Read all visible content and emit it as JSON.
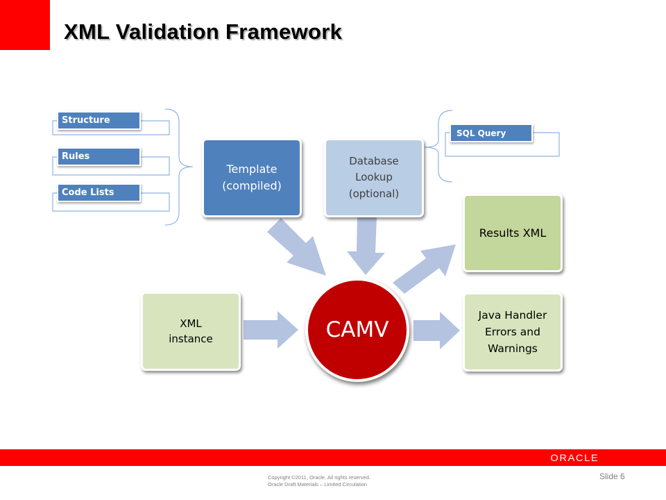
{
  "slide": {
    "title": "XML Validation Framework",
    "slide_number": "Slide 6",
    "copyright_line1": "Copyright ©2011, Oracle. All rights reserved.",
    "copyright_line2": "Oracle Draft Materials – Limited Circulation",
    "logo_text": "ORACLE"
  },
  "diagram": {
    "center": "CAMV",
    "template_line1": "Template",
    "template_line2": "(compiled)",
    "db_line1": "Database",
    "db_line2": "Lookup",
    "db_line3": "(optional)",
    "xml_line1": "XML",
    "xml_line2": "instance",
    "results": "Results XML",
    "java_line1": "Java Handler",
    "java_line2": "Errors and",
    "java_line3": "Warnings",
    "template_inputs": [
      "Structure",
      "Rules",
      "Code Lists"
    ],
    "db_input": "SQL Query"
  },
  "colors": {
    "accent_red": "#ff0000",
    "camv_red": "#c00000",
    "blue_dark": "#4f81bd",
    "blue_light": "#b9cde5",
    "green_light": "#d7e4bd",
    "green_mid": "#c3d69b",
    "arrow": "#b3c3e0"
  }
}
